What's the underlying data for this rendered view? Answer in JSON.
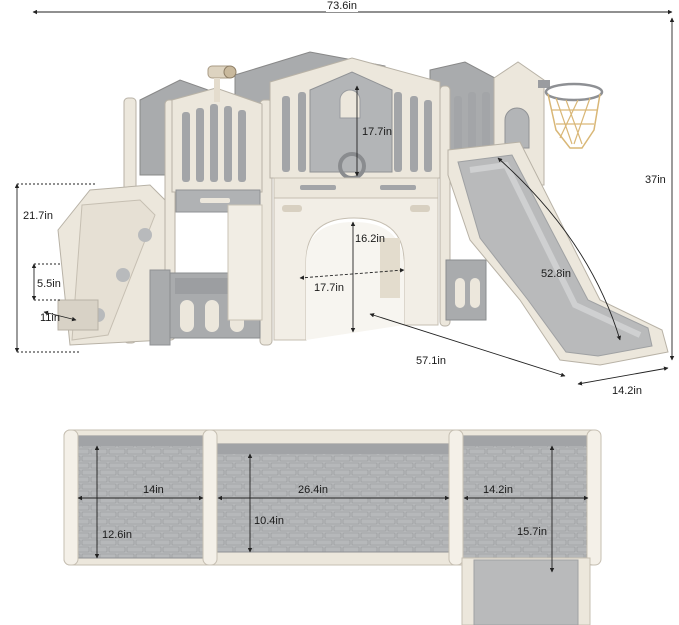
{
  "colors": {
    "frame": "#ece7dc",
    "frame_dark": "#d9d2c4",
    "panel": "#aeb0b2",
    "panel_dark": "#8f9194",
    "slide": "#b9babb",
    "outline": "#7a7a7a",
    "dim_line": "#222222",
    "hoop_net": "#d9b777"
  },
  "dimensions": {
    "overall_width": "73.6in",
    "overall_height": "37in",
    "depth": "14.2in",
    "length": "57.1in",
    "climber_height": "21.7in",
    "step_height": "5.5in",
    "step_depth": "11in",
    "window_height": "17.7in",
    "arch_height": "16.2in",
    "arch_width": "17.7in",
    "slide_length": "52.8in",
    "left_platform_width": "14in",
    "left_platform_depth": "12.6in",
    "bridge_length": "26.4in",
    "bridge_width": "10.4in",
    "right_platform_width": "14.2in",
    "right_platform_depth": "15.7in"
  }
}
